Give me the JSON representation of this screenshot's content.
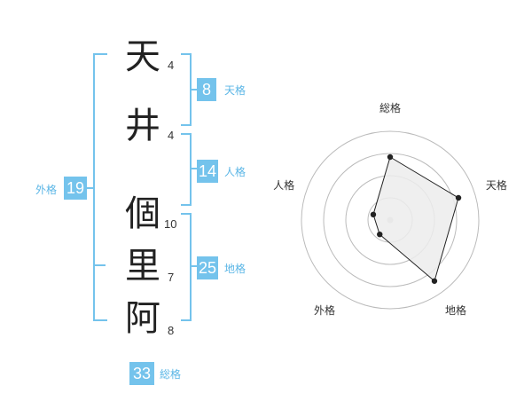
{
  "characters": [
    {
      "char": "天",
      "strokes": "4"
    },
    {
      "char": "井",
      "strokes": "4"
    },
    {
      "char": "個",
      "strokes": "10"
    },
    {
      "char": "里",
      "strokes": "7"
    },
    {
      "char": "阿",
      "strokes": "8"
    }
  ],
  "fortunes": {
    "tenkaku": {
      "label": "天格",
      "value": "8"
    },
    "jinkaku": {
      "label": "人格",
      "value": "14"
    },
    "chikaku": {
      "label": "地格",
      "value": "25"
    },
    "gaikaku": {
      "label": "外格",
      "value": "19"
    },
    "soukaku": {
      "label": "総格",
      "value": "33"
    }
  },
  "chart_data": {
    "type": "radar",
    "axes": [
      "総格",
      "天格",
      "地格",
      "外格",
      "人格"
    ],
    "values": [
      0.71,
      0.81,
      0.85,
      0.2,
      0.2
    ],
    "range": [
      0,
      1
    ],
    "rings": 4,
    "colors": {
      "fill": "#ececec",
      "line": "#222222",
      "grid": "#bbbbbb",
      "accent": "#74c3ec"
    }
  }
}
